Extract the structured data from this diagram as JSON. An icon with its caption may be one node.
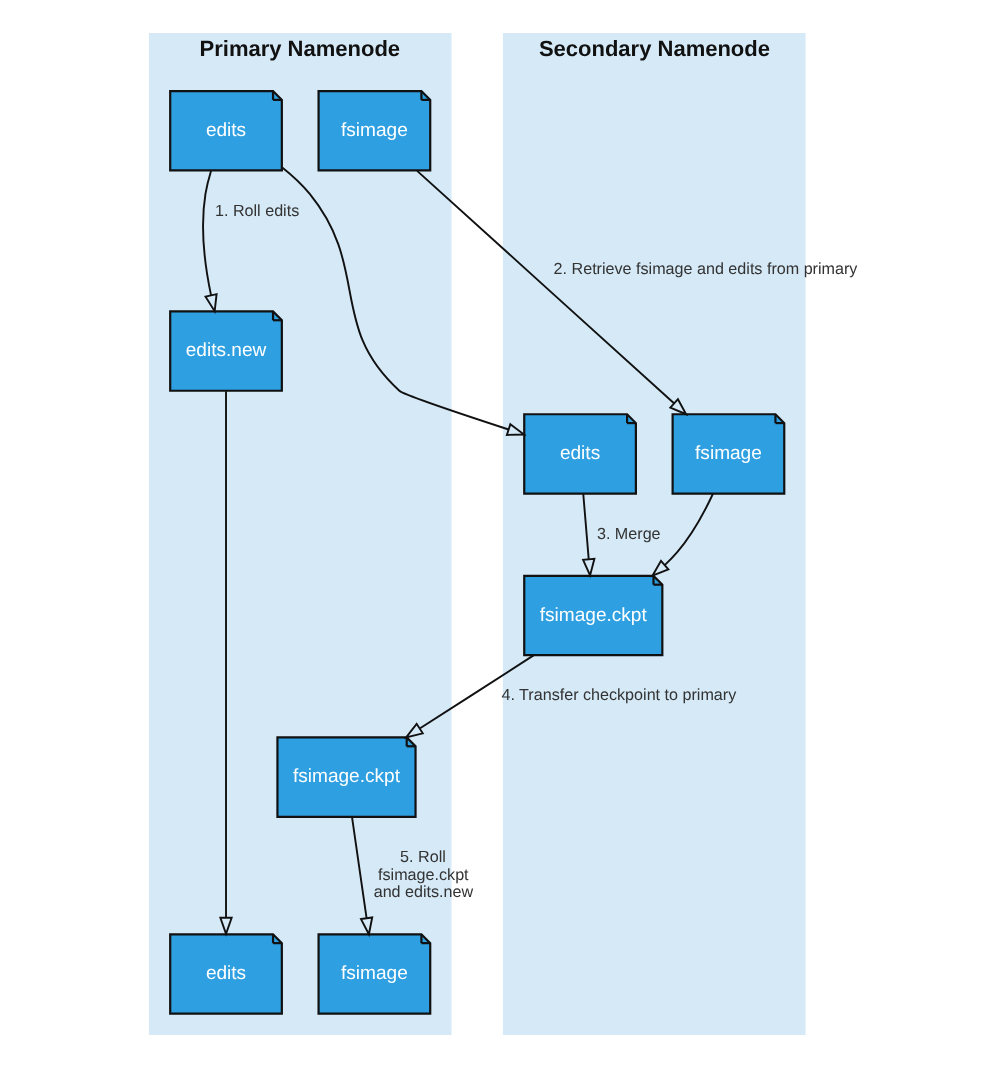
{
  "diagram": {
    "nodes": [
      {
        "text": [
          "Primary Namenode"
        ]
      },
      {
        "text": [
          "Secondary Namenode"
        ]
      },
      {
        "text": [
          "edits"
        ],
        "in": 0
      },
      {
        "text": [
          "fsimage"
        ],
        "in": 0
      },
      {
        "text": [
          "edits.new"
        ],
        "in": 0
      },
      {
        "text": [
          "edits"
        ],
        "in": 1
      },
      {
        "text": [
          "fsimage"
        ],
        "in": 1
      },
      {
        "text": [
          "fsimage.ckpt"
        ],
        "in": 1
      },
      {
        "text": [
          "fsimage.ckpt"
        ],
        "in": 0
      },
      {
        "text": [
          "edits"
        ],
        "in": 0
      },
      {
        "text": [
          "fsimage"
        ],
        "in": 0
      }
    ],
    "edges": [
      {
        "from": 2,
        "to": 4,
        "arrow": "to",
        "label": "1. Roll edits"
      },
      {
        "from": 2,
        "to": 5,
        "arrow": "to"
      },
      {
        "from": 3,
        "to": 6,
        "arrow": "to",
        "label": "2. Retrieve fsimage and edits from primary"
      },
      {
        "from": 5,
        "to": 7,
        "arrow": "to",
        "label": "3. Merge"
      },
      {
        "from": 6,
        "to": 7,
        "arrow": "to"
      },
      {
        "from": 7,
        "to": 8,
        "arrow": "to",
        "label": "4. Transfer checkpoint to primary"
      },
      {
        "from": 4,
        "to": 9,
        "arrow": "to"
      },
      {
        "from": 8,
        "to": 10,
        "arrow": "to",
        "label": "5. Roll fsimage.ckpt and edits.new"
      }
    ]
  }
}
